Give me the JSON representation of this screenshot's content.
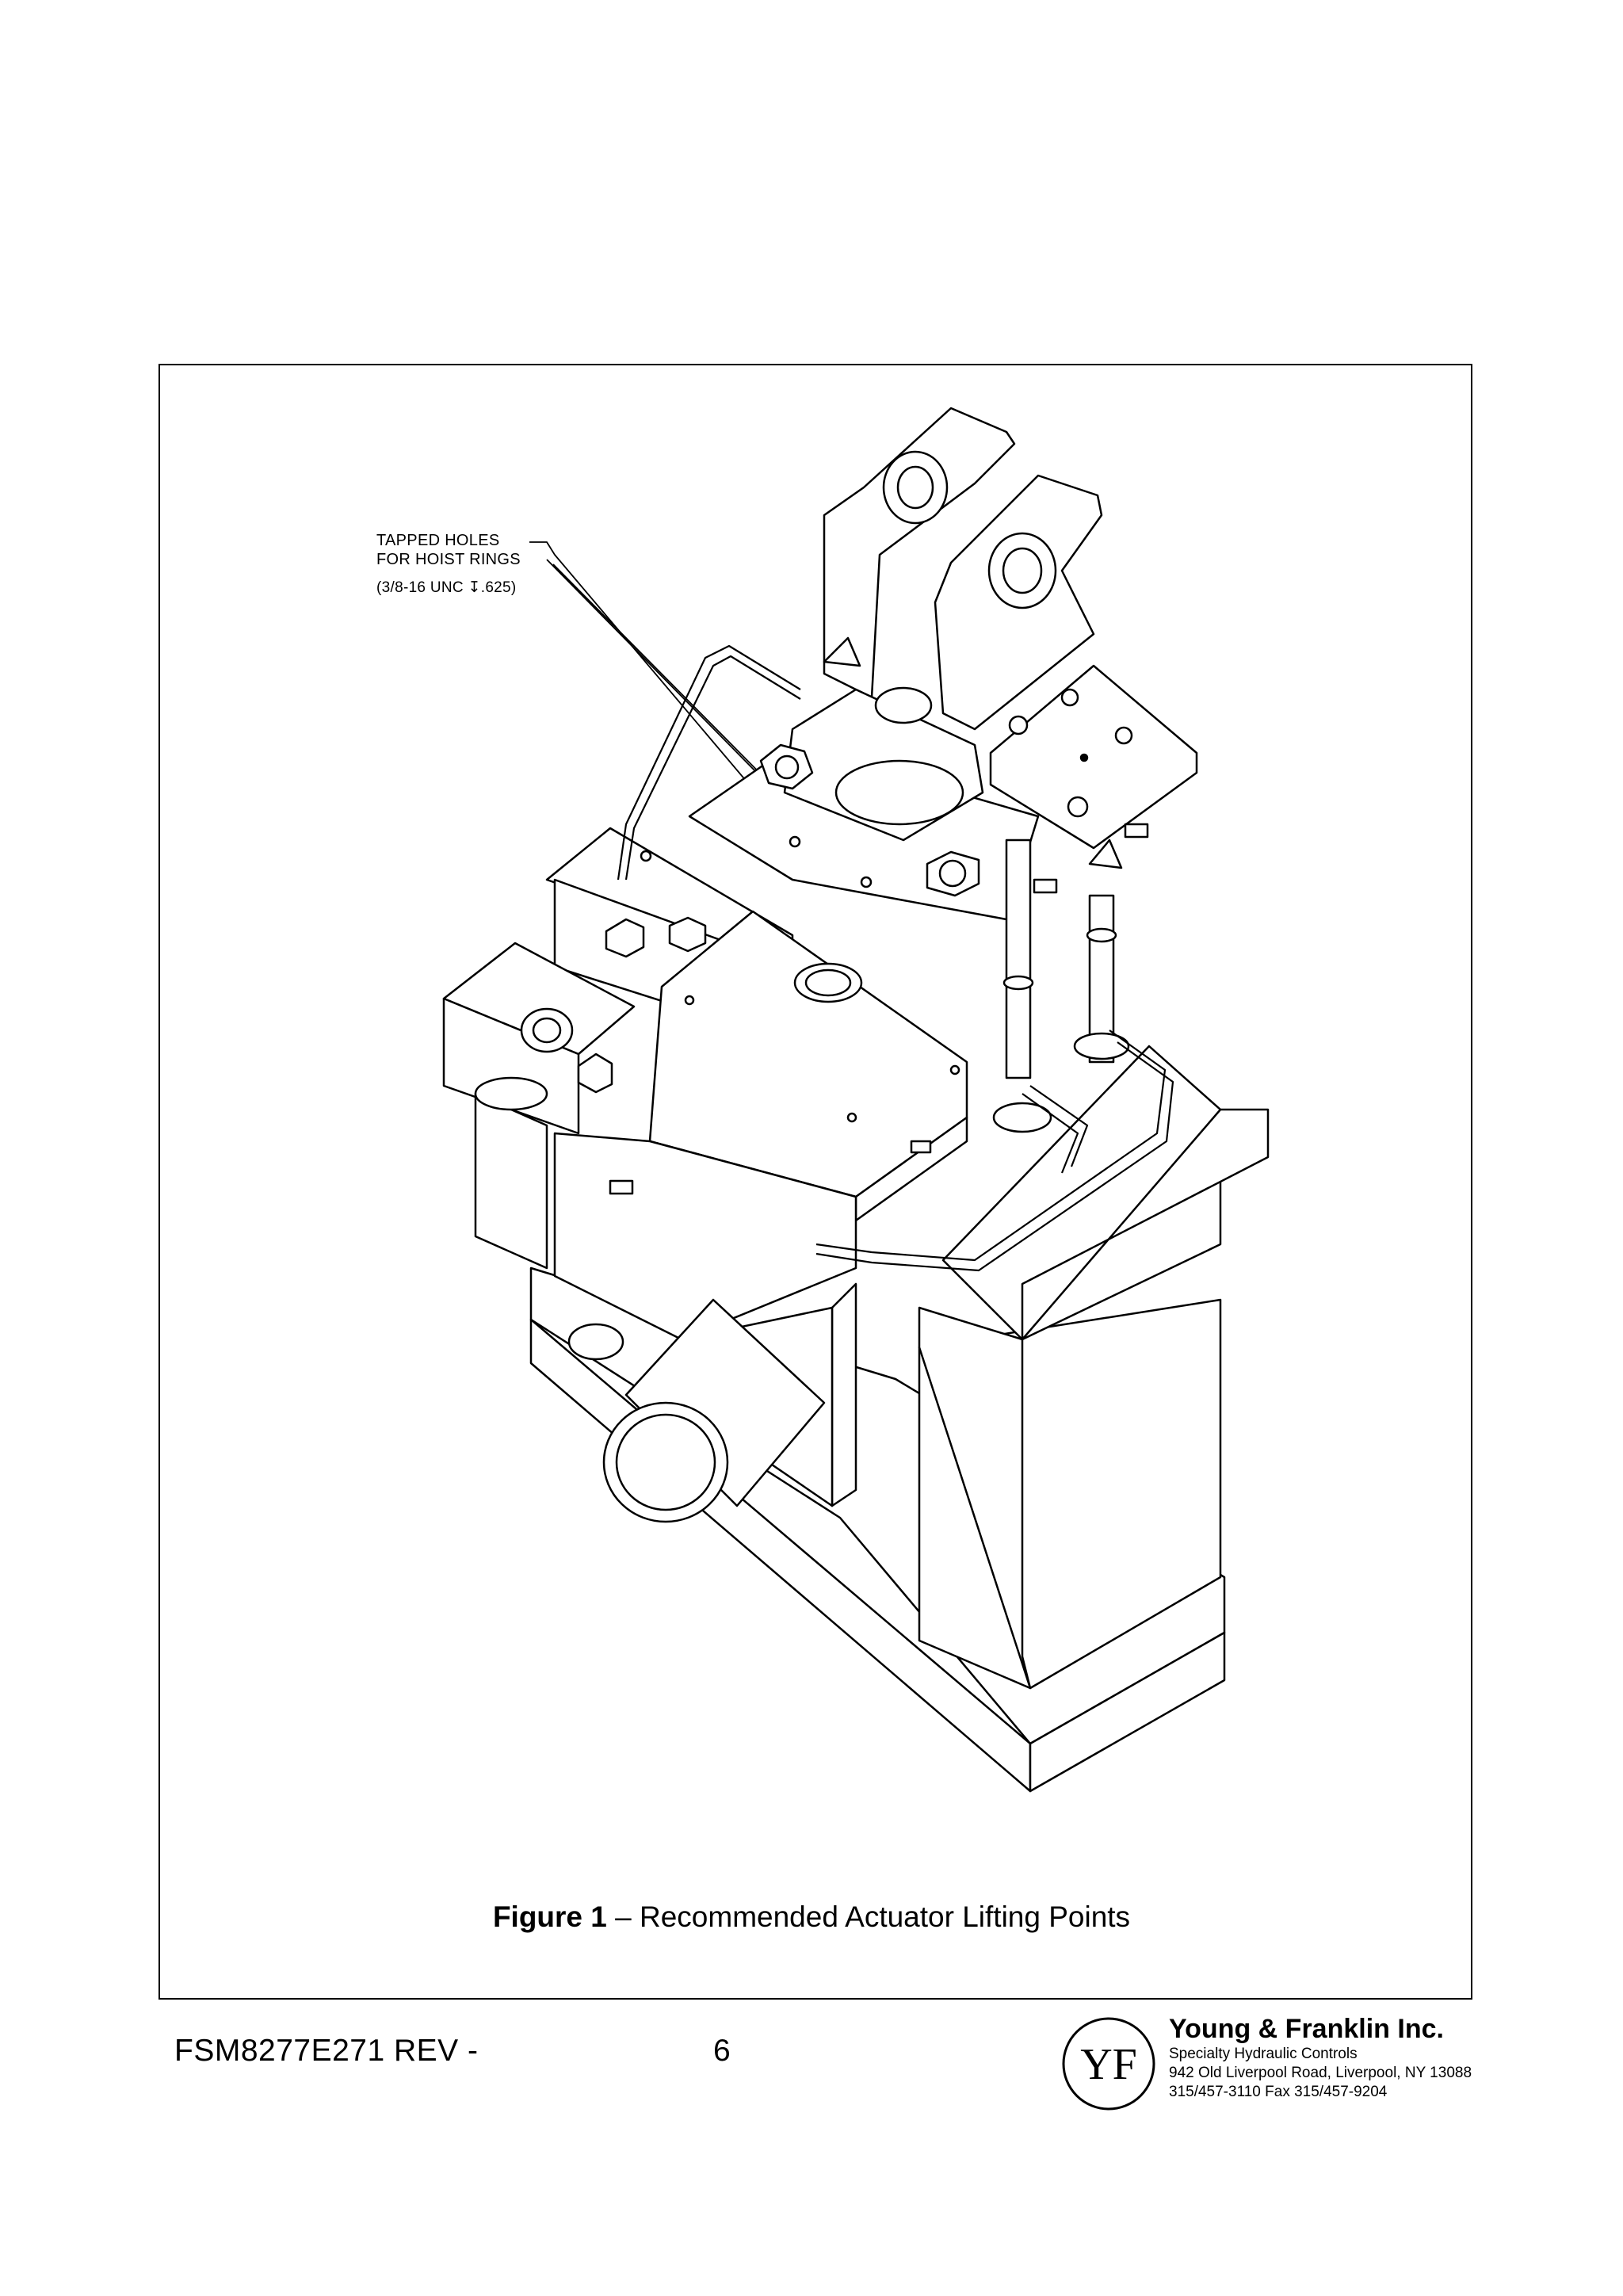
{
  "figure": {
    "callout": {
      "line1": "TAPPED HOLES",
      "line2": "FOR HOIST RINGS",
      "line3": "(3/8-16 UNC ↧.625)"
    },
    "caption_number": "Figure 1",
    "caption_text": " – Recommended Actuator Lifting Points"
  },
  "footer": {
    "doc_number": "FSM8277E271 REV -",
    "page_number": "6",
    "logo_text": "YF",
    "company_name": "Young & Franklin Inc.",
    "tagline": "Specialty Hydraulic Controls",
    "address": "942 Old Liverpool Road, Liverpool, NY 13088",
    "phone": "315/457-3110   Fax 315/457-9204"
  }
}
